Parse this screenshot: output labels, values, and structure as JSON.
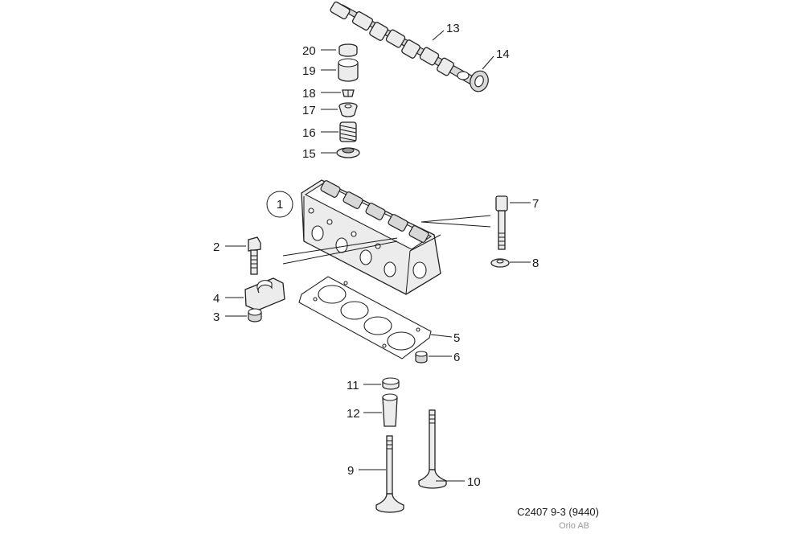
{
  "diagram": {
    "callouts": [
      {
        "id": "c1",
        "label": "1"
      },
      {
        "id": "c2",
        "label": "2"
      },
      {
        "id": "c3",
        "label": "3"
      },
      {
        "id": "c4",
        "label": "4"
      },
      {
        "id": "c5",
        "label": "5"
      },
      {
        "id": "c6",
        "label": "6"
      },
      {
        "id": "c7",
        "label": "7"
      },
      {
        "id": "c8",
        "label": "8"
      },
      {
        "id": "c9",
        "label": "9"
      },
      {
        "id": "c10",
        "label": "10"
      },
      {
        "id": "c11",
        "label": "11"
      },
      {
        "id": "c12",
        "label": "12"
      },
      {
        "id": "c13",
        "label": "13"
      },
      {
        "id": "c14",
        "label": "14"
      },
      {
        "id": "c15",
        "label": "15"
      },
      {
        "id": "c16",
        "label": "16"
      },
      {
        "id": "c17",
        "label": "17"
      },
      {
        "id": "c18",
        "label": "18"
      },
      {
        "id": "c19",
        "label": "19"
      },
      {
        "id": "c20",
        "label": "20"
      }
    ],
    "caption": "C2407 9-3 (9440)",
    "copyright": "Orio AB"
  }
}
